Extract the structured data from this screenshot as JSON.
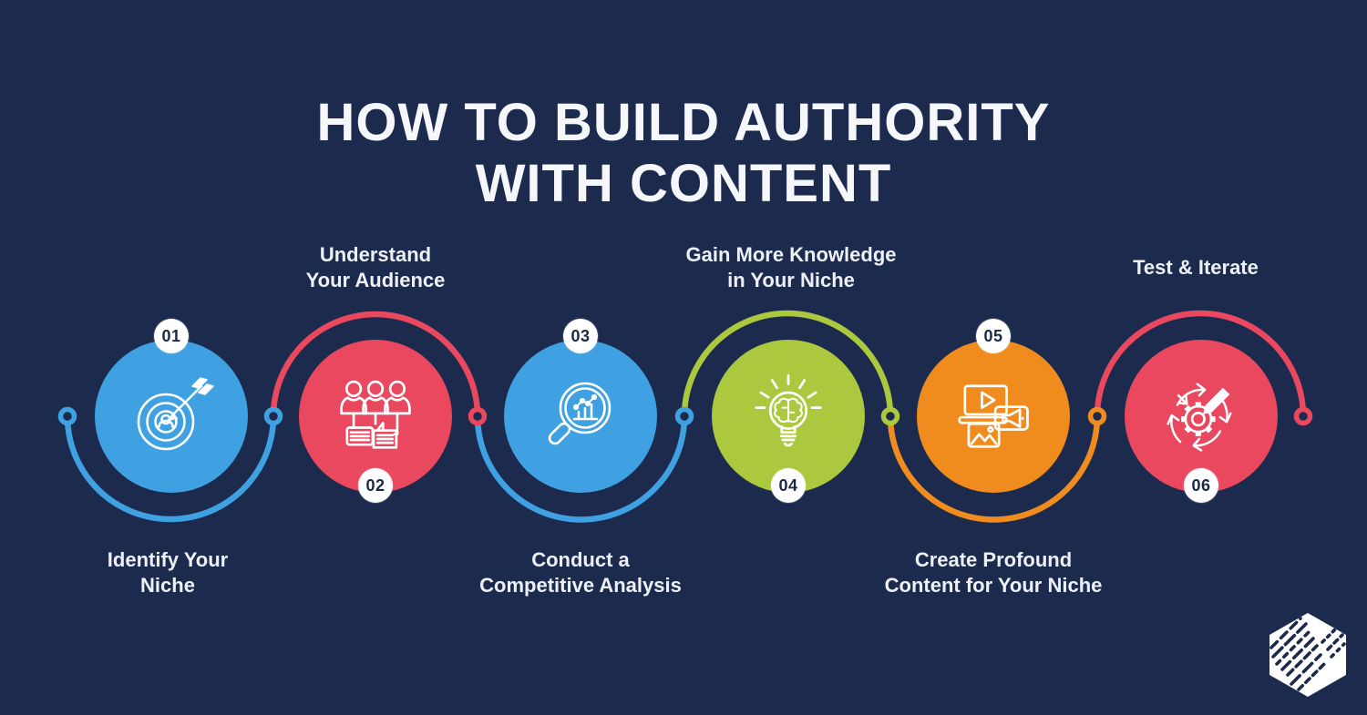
{
  "infographic": {
    "title": "HOW TO BUILD AUTHORITY\nWITH CONTENT",
    "background_color": "#1c2b4d",
    "title_color": "#f5f7fa",
    "label_color": "#edf1f6"
  },
  "steps": [
    {
      "number": "01",
      "label": "Identify Your\nNiche",
      "color": "#3fa1e1",
      "badge_position": "top",
      "label_position": "bottom",
      "icon": "target-bullseye-arrow-icon"
    },
    {
      "number": "02",
      "label": "Understand\nYour Audience",
      "color": "#e9485e",
      "badge_position": "bottom",
      "label_position": "top",
      "icon": "audience-people-chat-icon"
    },
    {
      "number": "03",
      "label": "Conduct a\nCompetitive Analysis",
      "color": "#3fa1e1",
      "badge_position": "top",
      "label_position": "bottom",
      "icon": "magnifier-chart-icon"
    },
    {
      "number": "04",
      "label": "Gain More Knowledge\nin Your Niche",
      "color": "#abc83e",
      "badge_position": "bottom",
      "label_position": "top",
      "icon": "lightbulb-brain-icon"
    },
    {
      "number": "05",
      "label": "Create Profound\nContent for Your Niche",
      "color": "#f08b1e",
      "badge_position": "top",
      "label_position": "bottom",
      "icon": "content-media-icon"
    },
    {
      "number": "06",
      "label": "Test & Iterate",
      "color": "#e9485e",
      "badge_position": "bottom",
      "label_position": "top",
      "icon": "gear-pencil-cycle-icon"
    }
  ],
  "connector": {
    "ring_colors": [
      "#3fa1e1",
      "#3fa1e1",
      "#e9485e",
      "#3fa1e1",
      "#abc83e",
      "#f08b1e",
      "#e9485e"
    ]
  },
  "badge": {
    "background": "#ffffff",
    "text_color": "#1b2947"
  },
  "logo": {
    "name": "hexagon-hatch-logo"
  }
}
